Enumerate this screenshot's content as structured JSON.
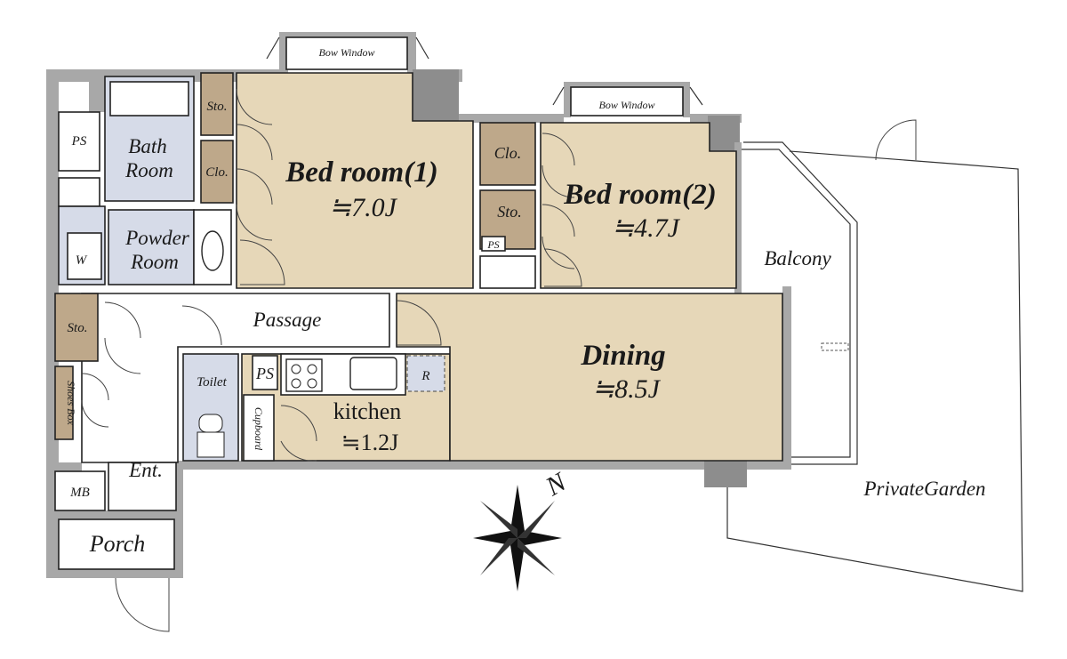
{
  "labels": {
    "bow_window_1": "Bow Window",
    "bow_window_2": "Bow Window",
    "ps_left": "PS",
    "bath_line1": "Bath",
    "bath_line2": "Room",
    "sto_top": "Sto.",
    "clo_bed1": "Clo.",
    "bed1_name": "Bed room(1)",
    "bed1_area": "≒7.0J",
    "clo_bed2": "Clo.",
    "sto_bed2": "Sto.",
    "ps_mid": "PS",
    "bed2_name": "Bed room(2)",
    "bed2_area": "≒4.7J",
    "balcony": "Balcony",
    "w": "W",
    "powder_line1": "Powder",
    "powder_line2": "Room",
    "sto_left": "Sto.",
    "passage": "Passage",
    "shoes_box": "Shoes Box",
    "toilet": "Toilet",
    "ps_kitchen": "PS",
    "cupboard": "Cupboard",
    "r": "R",
    "kitchen_name": "kitchen",
    "kitchen_area": "≒1.2J",
    "dining_name": "Dining",
    "dining_area": "≒8.5J",
    "entrance": "Ent.",
    "mb": "MB",
    "porch": "Porch",
    "north": "N",
    "private_garden": "PrivateGarden"
  },
  "colors": {
    "wall": "#a8a8a8",
    "room_floor": "#e6d7b8",
    "storage": "#bea88a",
    "wet_area": "#d6dbe8"
  }
}
